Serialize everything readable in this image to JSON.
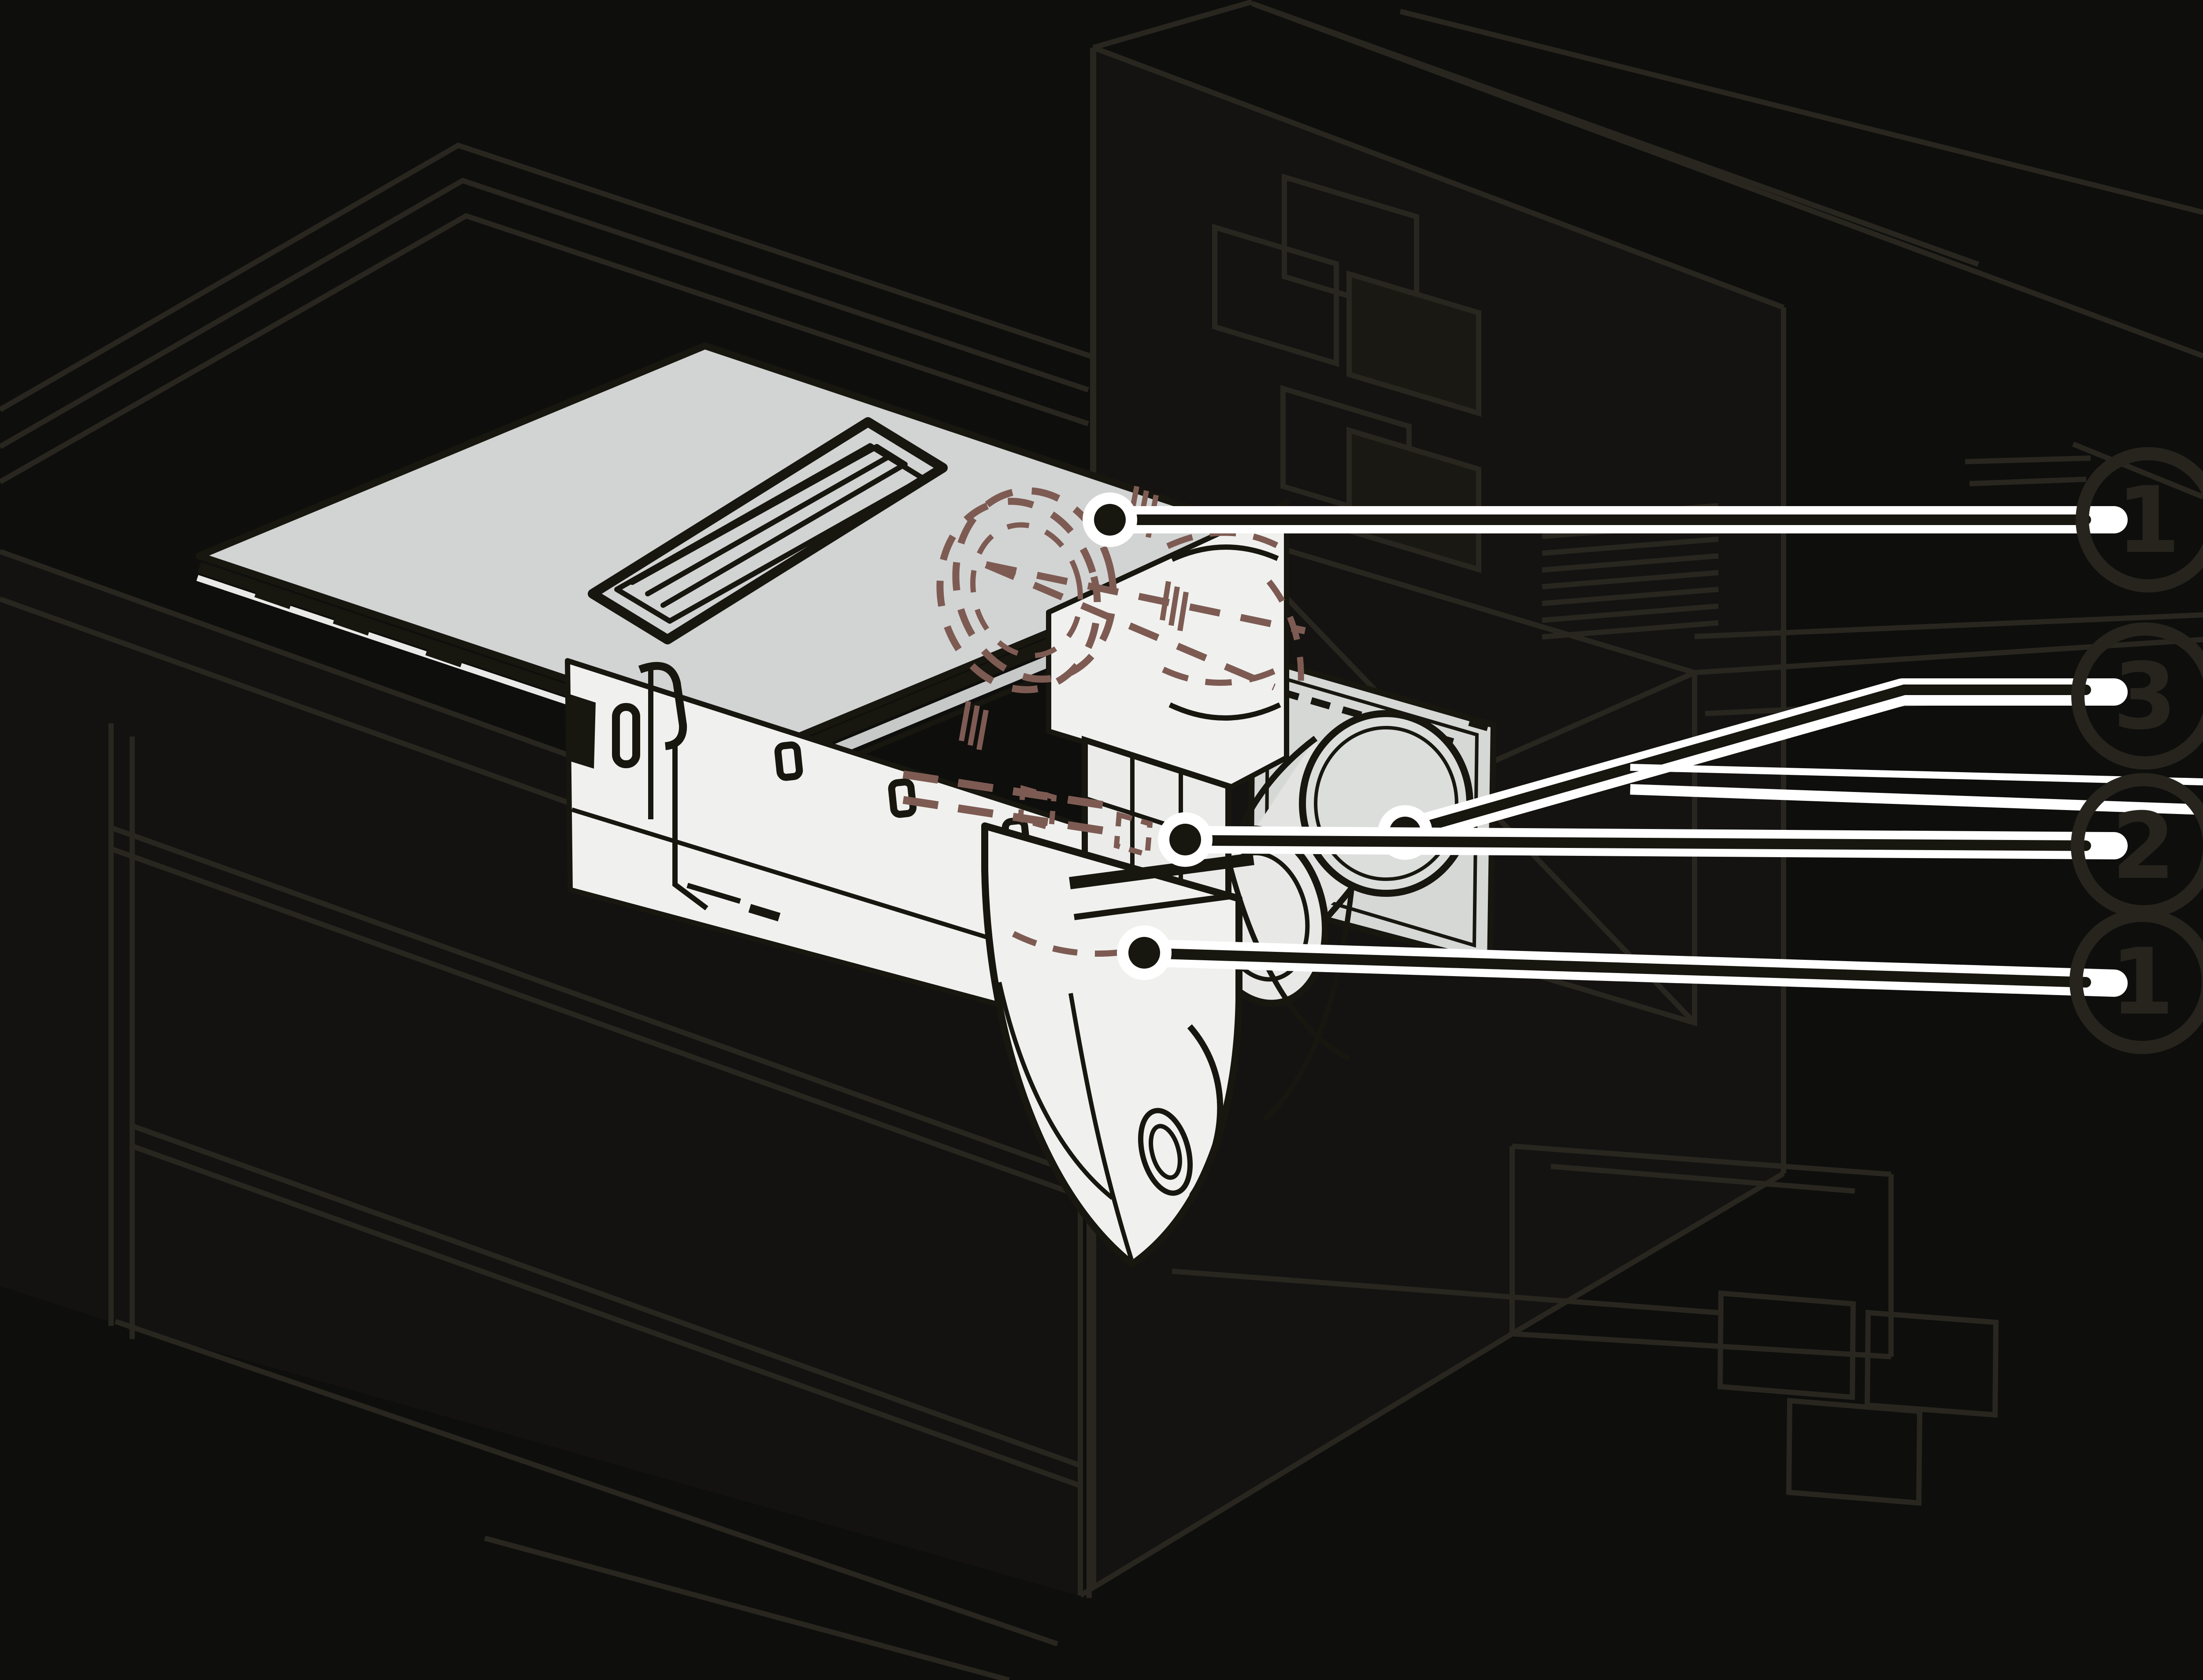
{
  "diagram": {
    "kind": "appliance-installation-line-drawing",
    "callouts": [
      {
        "number": "1",
        "target": "cooktop-glass"
      },
      {
        "number": "3",
        "target": "wall-box-plate"
      },
      {
        "number": "2",
        "target": "duct-elbow"
      },
      {
        "number": "1",
        "target": "blower-boot"
      }
    ],
    "colors": {
      "background": "#0e0e0c",
      "faint_line": "#28261f",
      "heavy_line": "#17160f",
      "glass": "#d2d4d3",
      "white_part": "#f0f1ee",
      "panel": "#ebecea",
      "wall_plate": "#d6d8d6",
      "duct_cone": "#e3e4e2",
      "phantom_duct": "#7d5b53",
      "leader": "#ffffff",
      "callout_ring": "#26241d"
    }
  }
}
